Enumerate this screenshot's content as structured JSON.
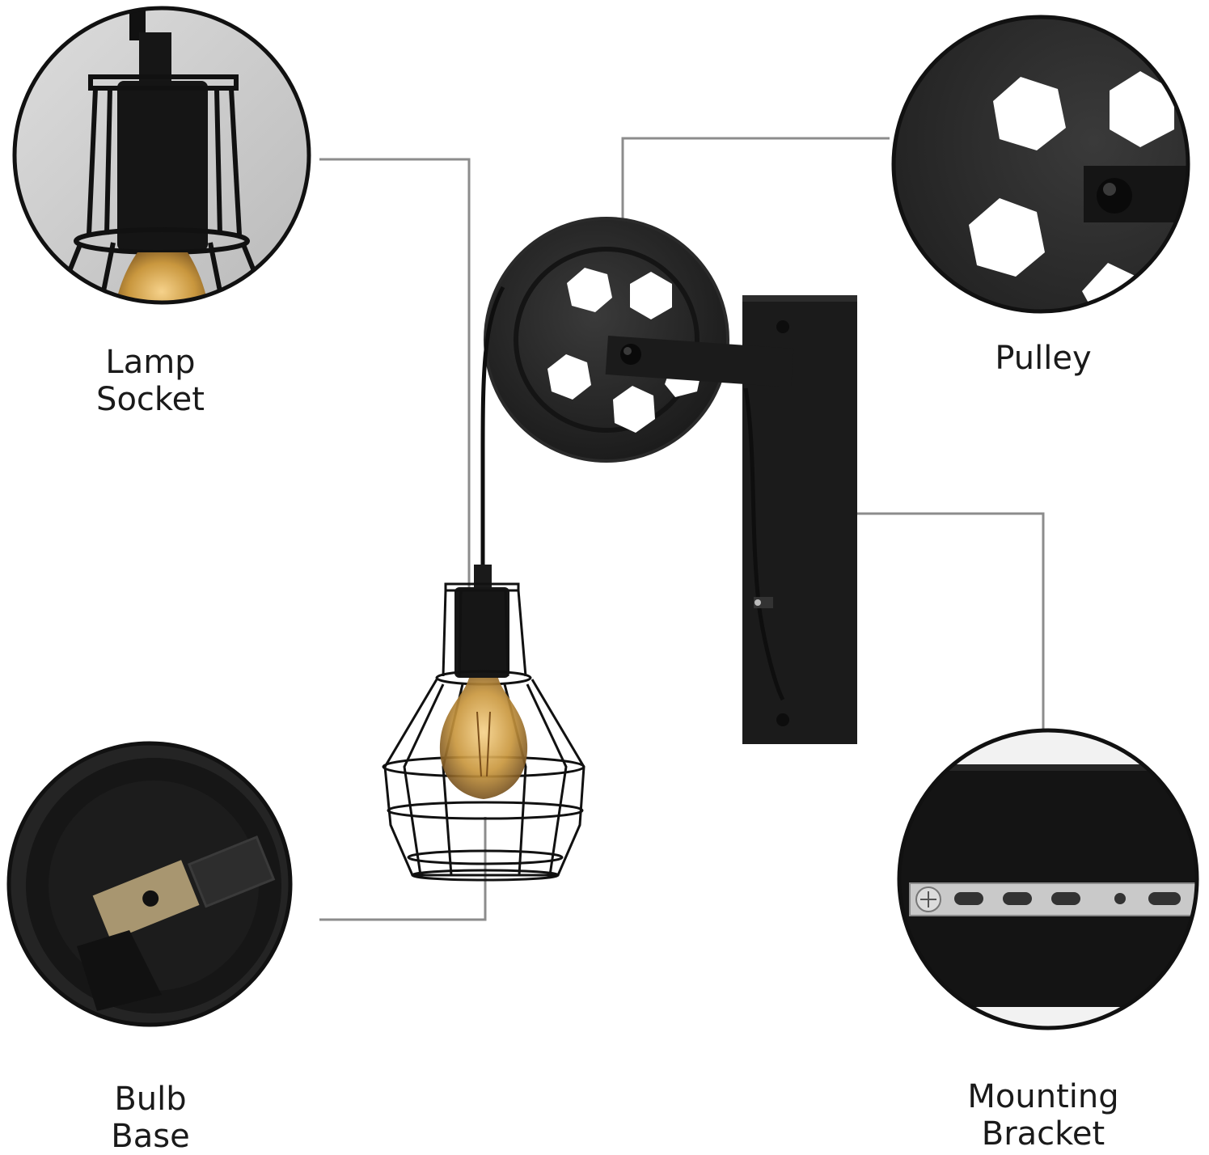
{
  "callouts": {
    "lamp_socket": {
      "line1": "Lamp",
      "line2": "Socket"
    },
    "pulley": {
      "line1": "Pulley"
    },
    "bulb_base": {
      "line1": "Bulb",
      "line2": "Base"
    },
    "mounting_bracket": {
      "line1": "Mounting",
      "line2": "Bracket"
    }
  },
  "colors": {
    "background": "#ffffff",
    "metal_black": "#1b1b1b",
    "leader_line": "#8c8c8c",
    "bulb_amber": "#c9973e",
    "circle_border": "#111111"
  },
  "icons": [
    "lamp-socket-closeup-icon",
    "pulley-closeup-icon",
    "bulb-base-closeup-icon",
    "mounting-bracket-closeup-icon",
    "wall-lamp-icon"
  ]
}
